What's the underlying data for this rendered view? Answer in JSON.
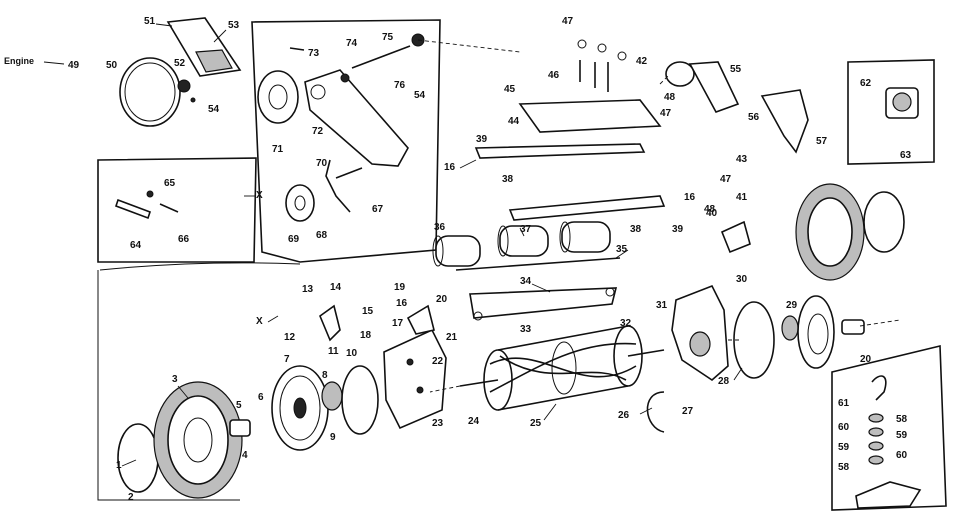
{
  "engine_label": "Engine",
  "callouts": [
    "1",
    "2",
    "3",
    "4",
    "5",
    "6",
    "7",
    "8",
    "9",
    "10",
    "11",
    "12",
    "13",
    "14",
    "15",
    "16",
    "16",
    "16",
    "17",
    "18",
    "19",
    "20",
    "20",
    "21",
    "22",
    "23",
    "24",
    "25",
    "26",
    "27",
    "28",
    "29",
    "30",
    "31",
    "32",
    "33",
    "34",
    "35",
    "36",
    "37",
    "38",
    "38",
    "39",
    "39",
    "40",
    "41",
    "42",
    "43",
    "44",
    "45",
    "46",
    "47",
    "47",
    "47",
    "48",
    "48",
    "49",
    "50",
    "51",
    "52",
    "53",
    "54",
    "54",
    "55",
    "56",
    "57",
    "58",
    "58",
    "59",
    "59",
    "60",
    "60",
    "61",
    "62",
    "63",
    "64",
    "65",
    "66",
    "67",
    "68",
    "69",
    "70",
    "71",
    "72",
    "73",
    "74",
    "75",
    "76",
    "X",
    "X"
  ]
}
